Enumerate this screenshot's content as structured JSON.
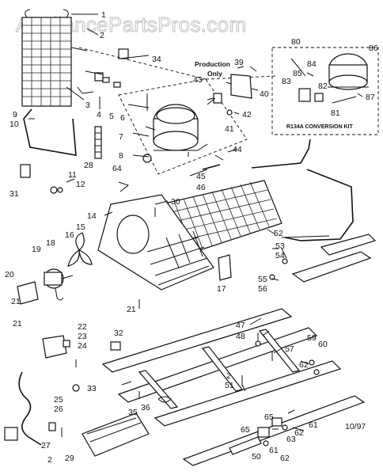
{
  "watermark": "AppliancePartsPros.com",
  "notes": {
    "production_line1": "Production",
    "production_line2": "Only",
    "kit": "R134A CONVERSION KIT",
    "date": "10/97"
  },
  "callouts": [
    "1",
    "2",
    "3",
    "4",
    "5",
    "6",
    "7",
    "8",
    "9",
    "10",
    "11",
    "12",
    "14",
    "15",
    "16",
    "17",
    "18",
    "19",
    "20",
    "21",
    "22",
    "23",
    "24",
    "25",
    "26",
    "27",
    "28",
    "29",
    "30",
    "31",
    "32",
    "33",
    "34",
    "35",
    "36",
    "39",
    "40",
    "41",
    "42",
    "43",
    "44",
    "45",
    "46",
    "47",
    "48",
    "50",
    "51",
    "52",
    "53",
    "54",
    "55",
    "56",
    "57",
    "59",
    "60",
    "61",
    "62",
    "63",
    "64",
    "65",
    "80",
    "81",
    "82",
    "83",
    "84",
    "85",
    "86",
    "87"
  ],
  "colors": {
    "ink": "#111111",
    "watermark": "#b9b9b9",
    "background": "#ffffff"
  }
}
